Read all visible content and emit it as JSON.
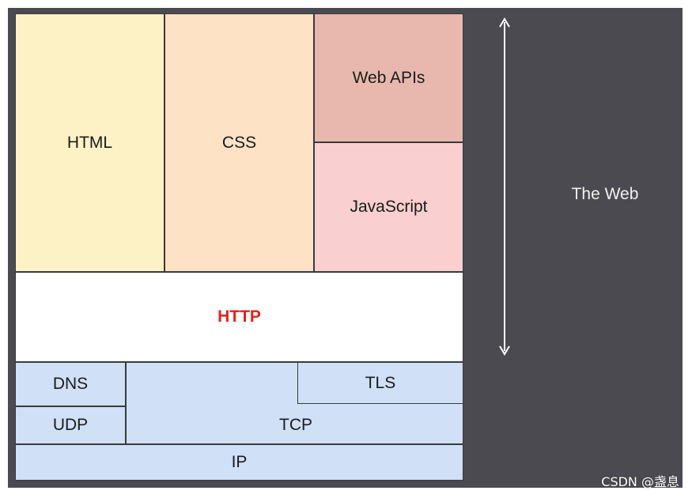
{
  "layers": {
    "html": "HTML",
    "css": "CSS",
    "web_apis": "Web APIs",
    "javascript": "JavaScript",
    "http": "HTTP",
    "dns": "DNS",
    "udp": "UDP",
    "tcp": "TCP",
    "tls": "TLS",
    "ip": "IP"
  },
  "side": {
    "label": "The Web"
  },
  "watermark": "CSDN @盏息",
  "colors": {
    "frame": "#4b4a50",
    "html": "#fdf2c6",
    "css": "#fde2c5",
    "web_apis": "#e8b8ae",
    "javascript": "#f9cfcf",
    "http_text": "#e2231a",
    "network": "#cfe0f7"
  }
}
